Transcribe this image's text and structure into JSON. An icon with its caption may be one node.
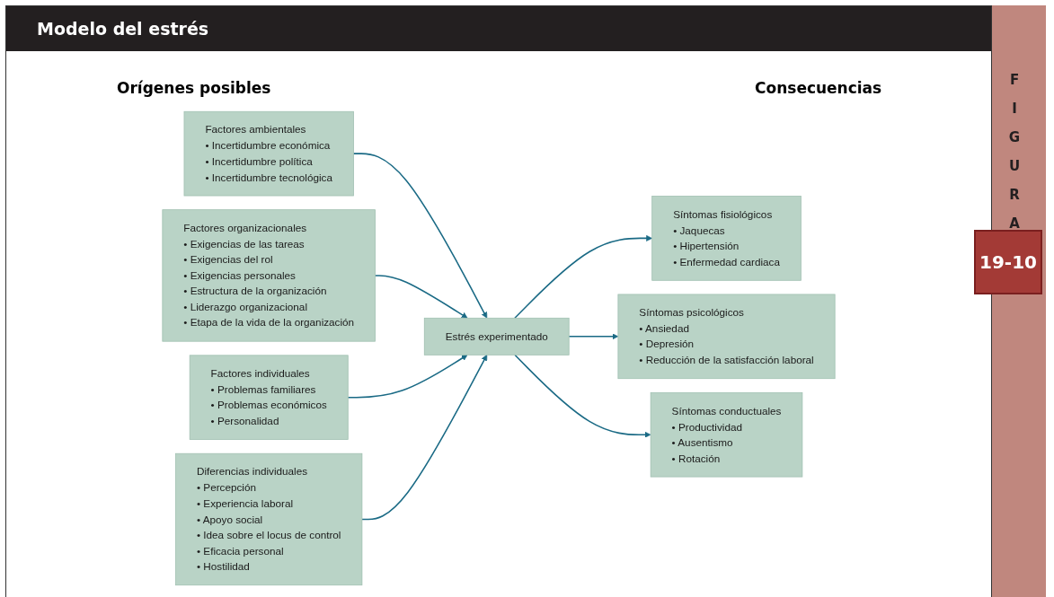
{
  "diagram": {
    "title": "Modelo del estrés",
    "nodes": [
      {
        "text": [
          "Factores ambientales",
          "• Incertidumbre económica",
          "• Incertidumbre política",
          "• Incertidumbre tecnológica"
        ]
      },
      {
        "text": [
          "Factores organizacionales",
          "• Exigencias de las tareas",
          "• Exigencias del rol",
          "• Exigencias personales",
          "• Estructura de la organización",
          "• Liderazgo organizacional",
          "• Etapa de la vida de la organización"
        ]
      },
      {
        "text": [
          "Factores individuales",
          "• Problemas familiares",
          "• Problemas económicos",
          "• Personalidad"
        ]
      },
      {
        "text": [
          "Diferencias individuales",
          "• Percepción",
          "• Experiencia laboral",
          "• Apoyo social",
          "• Idea sobre el locus de control",
          "• Eficacia personal",
          "• Hostilidad"
        ]
      },
      {
        "text": [
          "Estrés experimentado"
        ]
      },
      {
        "text": [
          "Síntomas fisiológicos",
          "• Jaquecas",
          "• Hipertensión",
          "• Enfermedad cardiaca"
        ]
      },
      {
        "text": [
          "Síntomas psicológicos",
          "• Ansiedad",
          "• Depresión",
          "• Reducción de la satisfacción laboral"
        ]
      },
      {
        "text": [
          "Síntomas conductuales",
          "• Productividad",
          "• Ausentismo",
          "• Rotación"
        ]
      }
    ],
    "edges": [
      {
        "from": 0,
        "to": 4,
        "arrow": "to"
      },
      {
        "from": 1,
        "to": 4,
        "arrow": "to"
      },
      {
        "from": 2,
        "to": 4,
        "arrow": "to"
      },
      {
        "from": 3,
        "to": 4,
        "arrow": "to"
      },
      {
        "from": 4,
        "to": 5,
        "arrow": "to"
      },
      {
        "from": 4,
        "to": 6,
        "arrow": "to"
      },
      {
        "from": 4,
        "to": 7,
        "arrow": "to"
      }
    ],
    "labels": [
      "Orígenes posibles",
      "Consecuencias",
      "FIGURA",
      "19-10"
    ]
  }
}
